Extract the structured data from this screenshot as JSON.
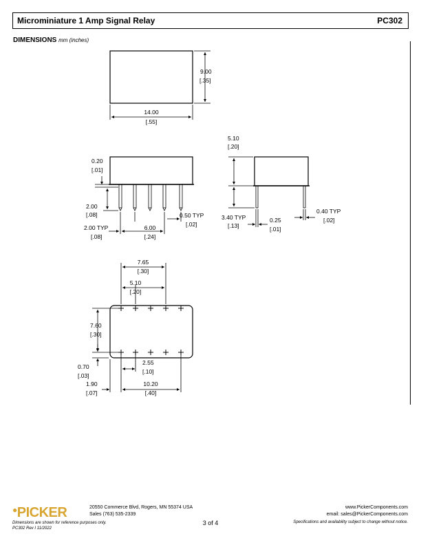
{
  "header": {
    "title": "Microminiature 1 Amp Signal Relay",
    "part_number": "PC302"
  },
  "section": {
    "title": "DIMENSIONS",
    "unit": "mm (inches)"
  },
  "drawing": {
    "top_view": {
      "height": "9.00",
      "height_in": "[.35]",
      "width": "14.00",
      "width_in": "[.55]"
    },
    "side_view": {
      "top_gap": "0.20",
      "top_gap_in": "[.01]",
      "pin_len": "2.00",
      "pin_len_in": "[.08]",
      "pin_typ": "2.00 TYP",
      "pin_typ_in": "[.08]",
      "pitch": "6.00",
      "pitch_in": "[.24]",
      "pin_w": "0.50 TYP",
      "pin_w_in": "[.02]"
    },
    "end_view": {
      "height": "5.10",
      "height_in": "[.20]",
      "pin_typ": "3.40 TYP",
      "pin_typ_in": "[.13]",
      "thickness": "0.25",
      "thickness_in": "[.01]",
      "pin_w": "0.40 TYP",
      "pin_w_in": "[.02]"
    },
    "pcb_layout": {
      "span": "7.65",
      "span_in": "[.30]",
      "inner": "5.10",
      "inner_in": "[.20]",
      "rows": "7.60",
      "rows_in": "[.30]",
      "edge": "0.70",
      "edge_in": "[.03]",
      "pitch": "2.55",
      "pitch_in": "[.10]",
      "offset": "1.90",
      "offset_in": "[.07]",
      "total": "10.20",
      "total_in": "[.40]"
    }
  },
  "footer": {
    "logo": "PICKER",
    "address_line1": "20550 Commerce Blvd, Rogers, MN 55374 USA",
    "address_line2": "Sales (763) 535-2339",
    "page": "3 of 4",
    "note_line1": "Dimensions are shown for reference purposes only.",
    "note_line2": "PC302 Rev I 11/2022",
    "web": "www.PickerComponents.com",
    "email": "email: sales@PickerComponents.com",
    "spec_note": "Specifications and availability subject to change without notice."
  }
}
